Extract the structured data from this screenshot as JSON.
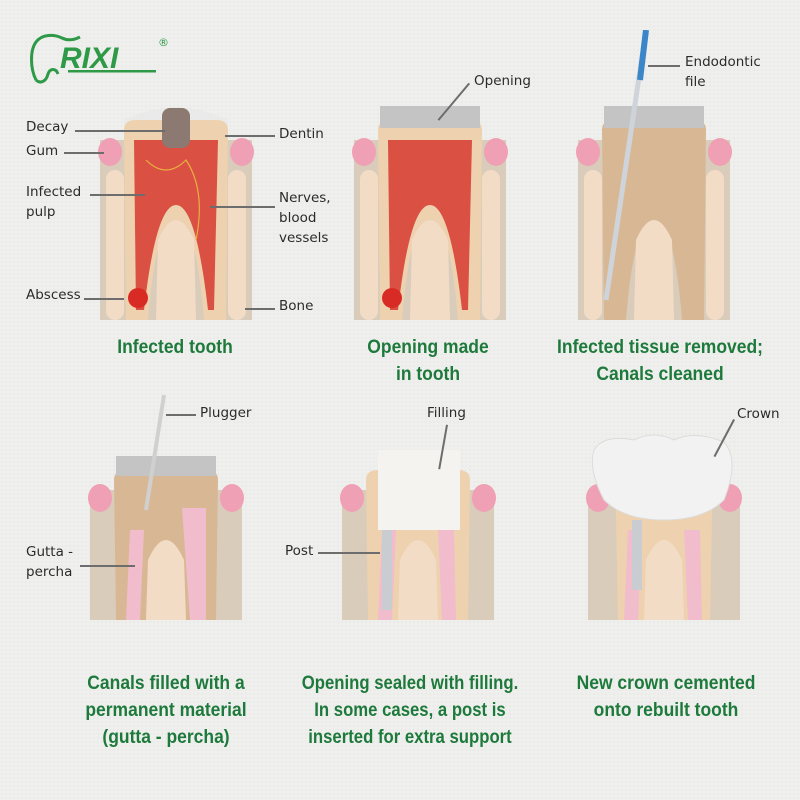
{
  "brand": {
    "name": "RIXI",
    "registered_mark": "®",
    "color": "#2e9a47"
  },
  "palette": {
    "caption_green": "#1e7a3c",
    "gum_pink": "#f0a0b4",
    "bone": "#f3dcc6",
    "dentin": "#eed2b0",
    "pulp_infected": "#d63a30",
    "gutta_percha": "#f1bccb",
    "enamel": "#e6e6e6"
  },
  "panels": [
    {
      "id": "infected-tooth",
      "caption": "Infected tooth",
      "labels": [
        "Decay",
        "Gum",
        "Infected\npulp",
        "Abscess",
        "Dentin",
        "Nerves,\nblood\nvessels",
        "Bone"
      ]
    },
    {
      "id": "opening-made",
      "caption": "Opening made\nin tooth",
      "labels": [
        "Opening"
      ]
    },
    {
      "id": "tissue-removed",
      "caption": "Infected tissue removed;\nCanals cleaned",
      "labels": [
        "Endodontic\nfile"
      ]
    },
    {
      "id": "canals-filled",
      "caption": "Canals filled with a\npermanent material\n(gutta - percha)",
      "labels": [
        "Plugger",
        "Gutta -\npercha"
      ]
    },
    {
      "id": "opening-sealed",
      "caption": "Opening sealed with filling.\nIn some cases, a post is\ninserted for extra support",
      "labels": [
        "Filling",
        "Post"
      ]
    },
    {
      "id": "crown-cemented",
      "caption": "New crown cemented\nonto rebuilt tooth",
      "labels": [
        "Crown"
      ]
    }
  ]
}
